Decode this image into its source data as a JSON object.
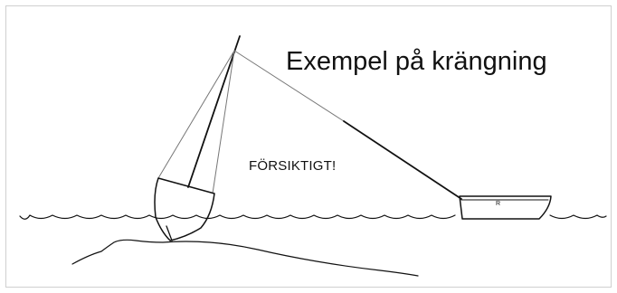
{
  "title": "Exempel på krängning",
  "warning": "FÖRSIKTIGT!",
  "rescue_boat": {
    "label": "R"
  },
  "colors": {
    "line": "#111111",
    "thin_line": "#777777",
    "border": "#cfcfcf",
    "background": "#ffffff"
  }
}
